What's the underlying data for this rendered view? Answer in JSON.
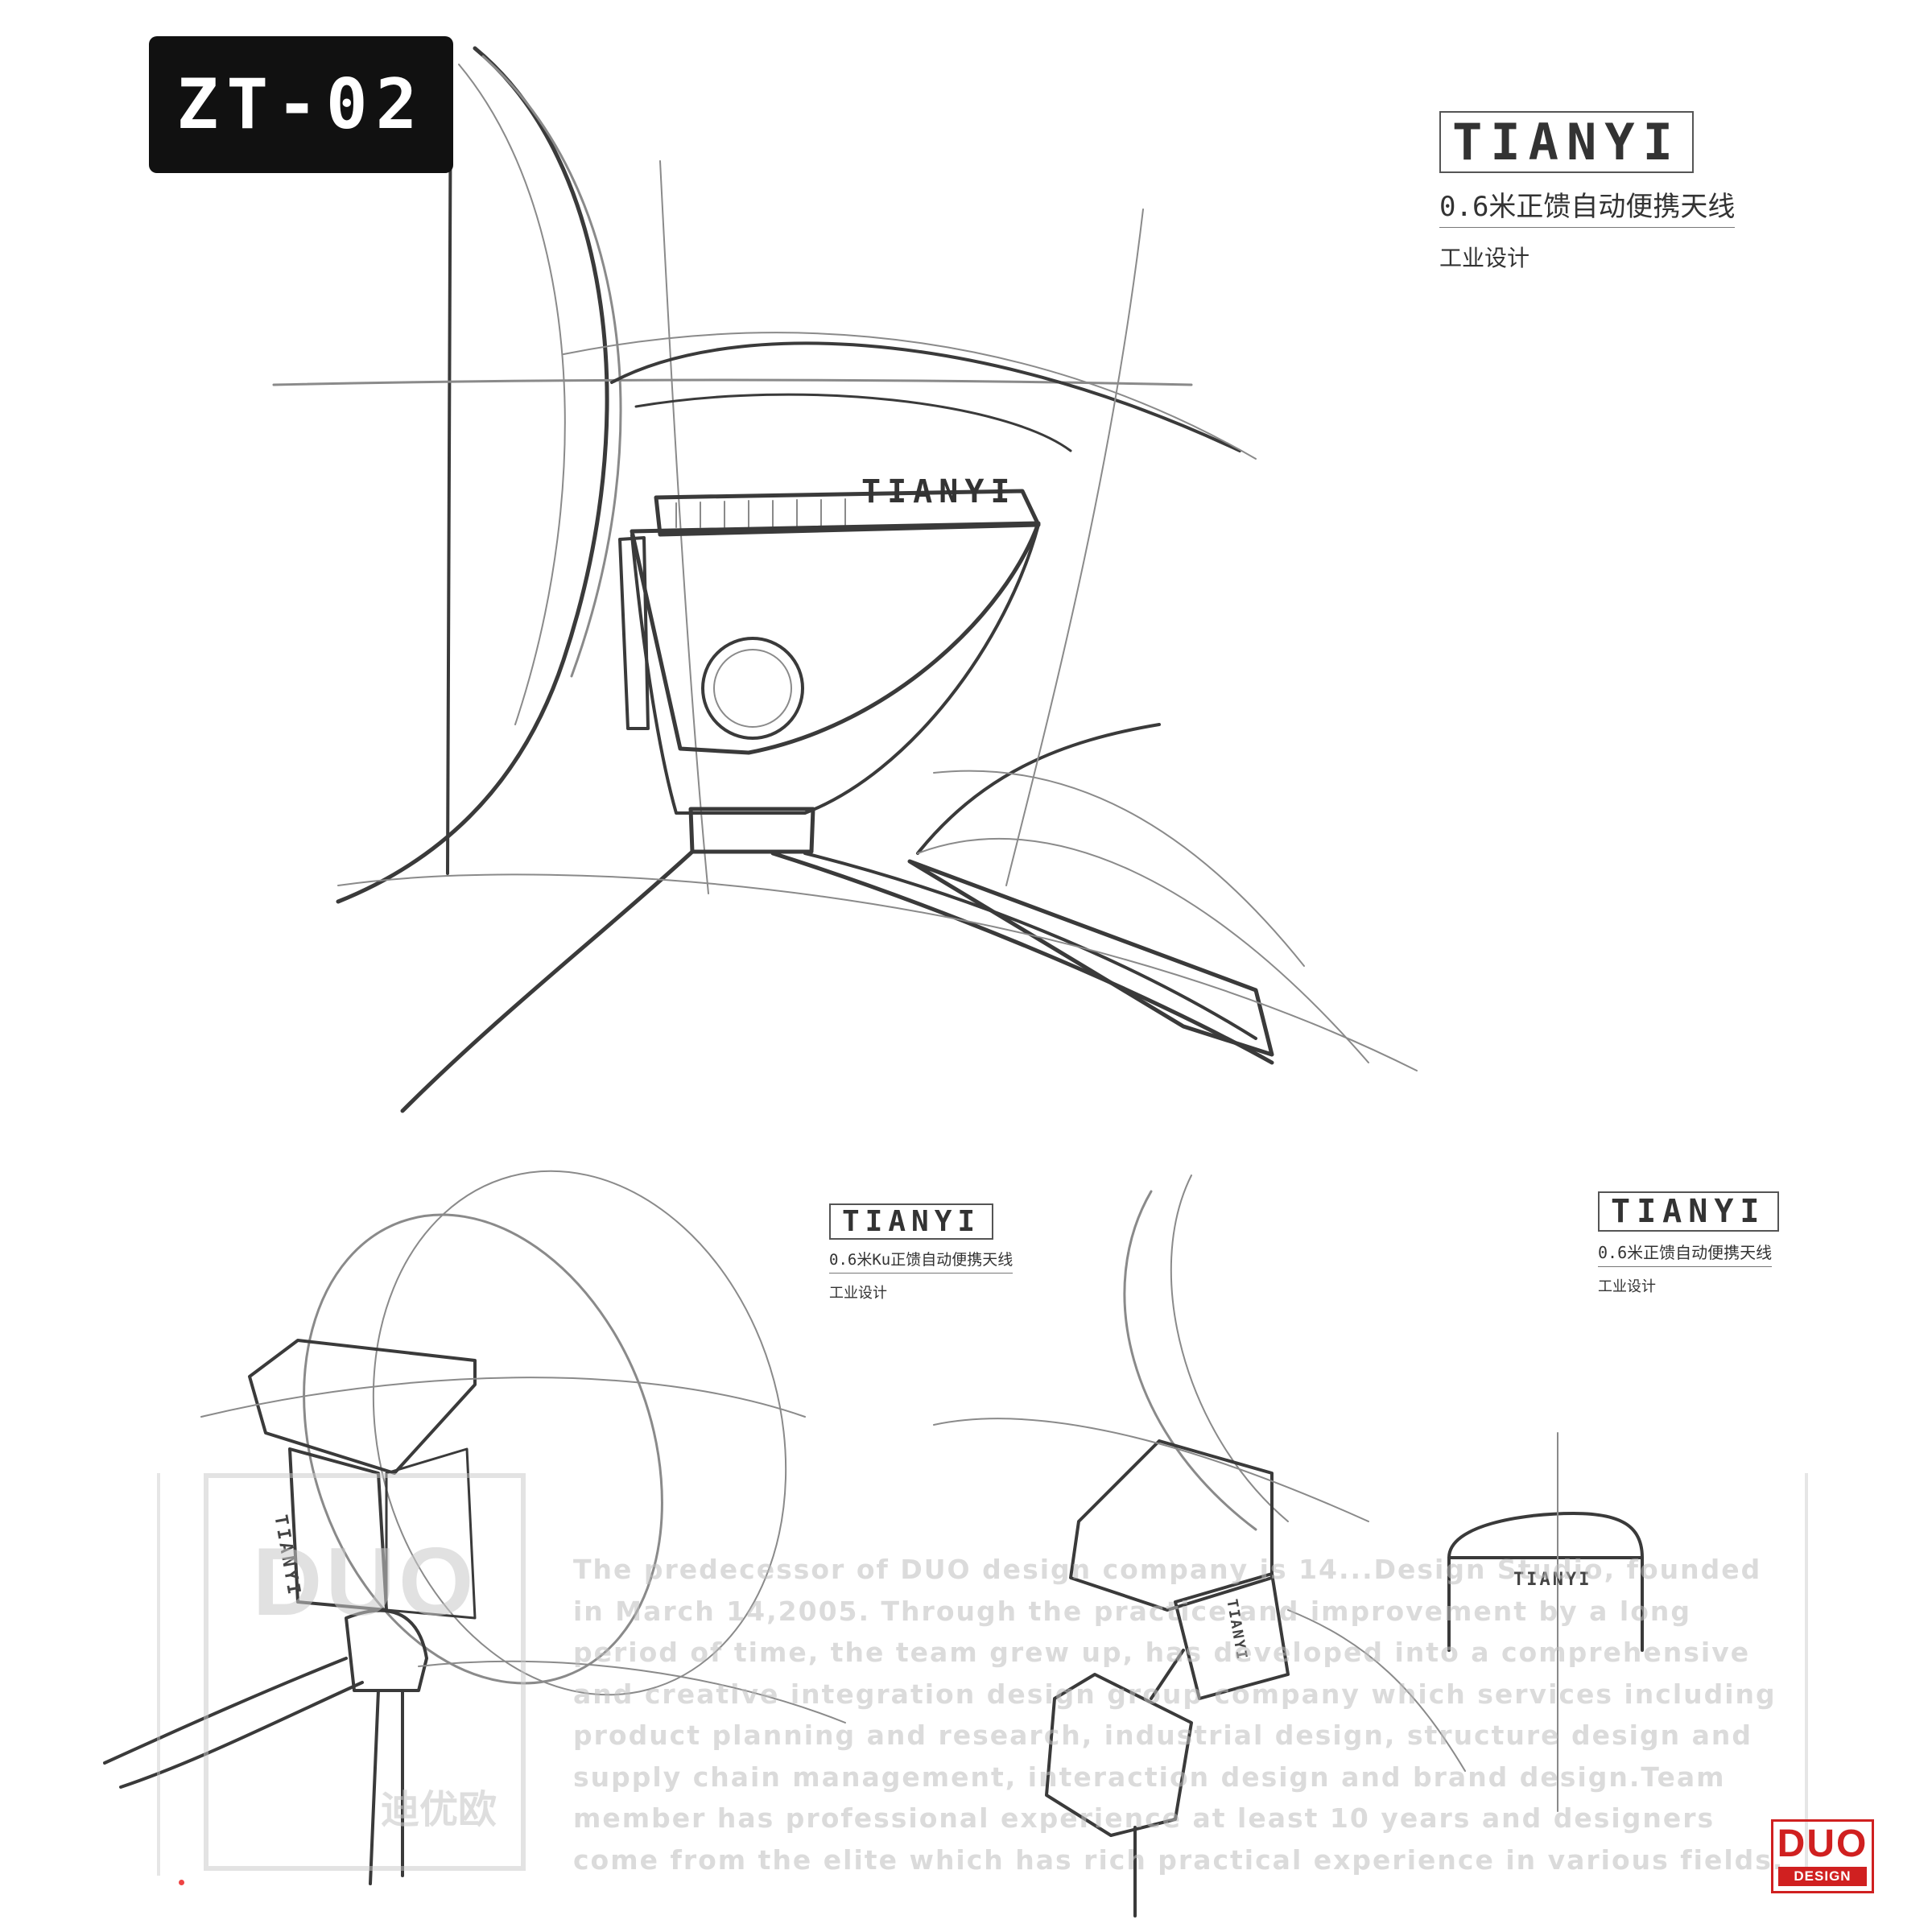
{
  "model_tag": "ZT-02",
  "notes": [
    {
      "brand": "TIANYI",
      "line2": "0.6米正馈自动便携天线",
      "line3": "工业设计"
    },
    {
      "brand": "TIANYI",
      "line2": "0.6米Ku正馈自动便携天线",
      "line3": "工业设计"
    },
    {
      "brand": "TIANYI",
      "line2": "0.6米正馈自动便携天线",
      "line3": "工业设计"
    }
  ],
  "sketch_labels": {
    "arm_logo": "TIANYI",
    "body_logo": "TIANYI",
    "dome_logo": "TIANYI",
    "box_logo": "TIANYI"
  },
  "watermark": {
    "logo_mark": "DUO",
    "logo_cn": "迪优欧",
    "lines": [
      "The predecessor of DUO design company is 14...Design Studio, founded",
      "in March 14,2005. Through  the practice and improvement by a long",
      "period of time, the team grew up, has developed into a comprehensive",
      "and creative integration design group company which services including",
      "product planning and research,  industrial design,  structure design and",
      "supply chain management, interaction design and brand design.Team",
      "member has  professional experience at least 10 years and designers",
      "come from the elite which has rich practical experience in various fields."
    ]
  },
  "stamp": {
    "top": "DUO",
    "bottom": "DESIGN"
  }
}
